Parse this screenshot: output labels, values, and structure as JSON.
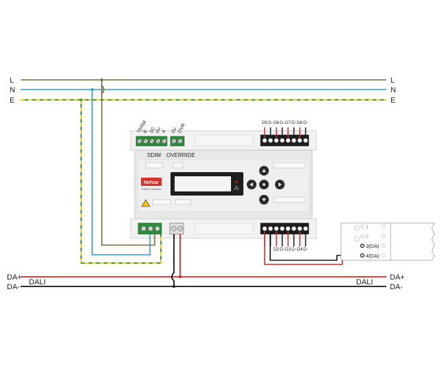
{
  "rails": {
    "L": "L",
    "N": "N",
    "E": "E",
    "da_plus": "DA+",
    "da_minus": "DA-",
    "dali_left": "DALI",
    "dali_right": "DALI"
  },
  "controller": {
    "logo": "Helvar",
    "model": "470DALI Controller",
    "sdim_label": "SDIM",
    "override_label": "OVERRIDE",
    "sdim_terminals": [
      "TERM",
      "B",
      "SC",
      "0V",
      "A"
    ],
    "override_terminals": [
      "0V",
      "OVR"
    ],
    "top_dali_terminals": [
      "D5",
      "D-",
      "D6",
      "D-",
      "D7",
      "D-",
      "D8",
      "D-"
    ],
    "bottom_dali_terminals": [
      "D2",
      "D-",
      "D3",
      "D-",
      "D4",
      "D-"
    ]
  },
  "ballast": {
    "terminals": [
      "1",
      "2",
      "3(DA)",
      "4(DA)"
    ]
  },
  "colors": {
    "live": "#7a6a3a",
    "neutral": "#2a9fd6",
    "earth_green": "#3c9a3c",
    "earth_yellow": "#e6d21a",
    "dali_plus": "#d62828",
    "dali_minus": "#111111",
    "housing": "#e6e6e6",
    "terminal_green": "#2e8b3a",
    "logo_red": "#d8332a"
  }
}
